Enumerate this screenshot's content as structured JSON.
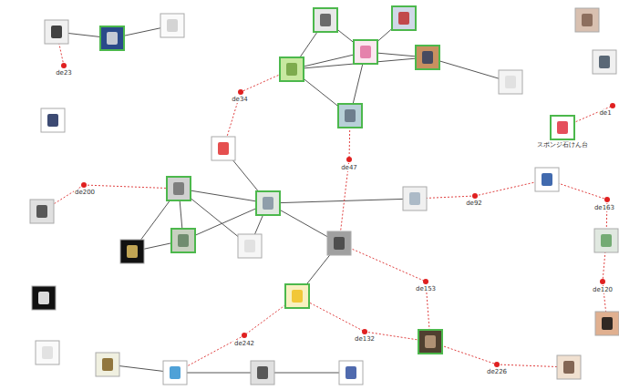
{
  "diagram": {
    "nodes": [
      {
        "text": [
          "スポンジ石けん台"
        ]
      }
    ],
    "labels": [
      "de23",
      "de34",
      "de1",
      "de47",
      "de200",
      "de92",
      "de163",
      "de120",
      "de153",
      "de132",
      "de242",
      "de226"
    ]
  }
}
